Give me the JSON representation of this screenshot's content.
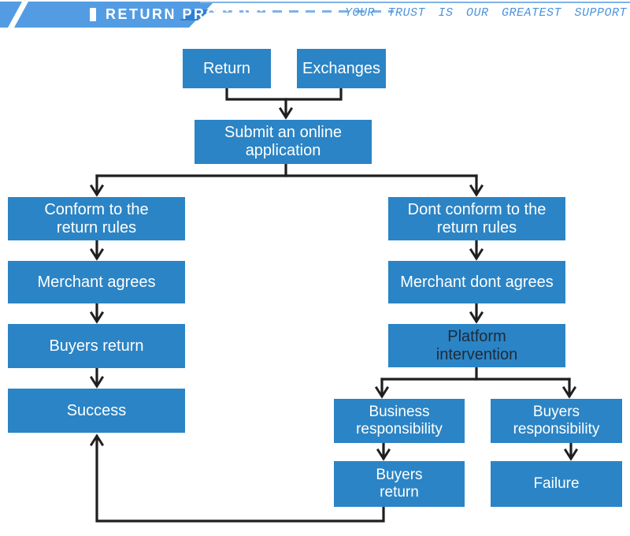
{
  "header": {
    "title": "RETURN PROCESS",
    "slogan": "YOUR TRUST IS OUR GREATEST SUPPORT"
  },
  "colors": {
    "node_fill": "#2B84C5",
    "node_text": "#FFFFFF",
    "platform_text": "#1D2B3A",
    "connector": "#1F1F1F",
    "banner_fill": "#539CE3",
    "banner_accent": "#2F80D4",
    "dash_line": "#7FB2E8",
    "slogan_text": "#4B94DB"
  },
  "flowchart": {
    "nodes": [
      {
        "id": "return",
        "lines": [
          "Return"
        ]
      },
      {
        "id": "exchanges",
        "lines": [
          "Exchanges"
        ]
      },
      {
        "id": "submit-application",
        "lines": [
          "Submit an online",
          "application"
        ]
      },
      {
        "id": "conform-rules",
        "lines": [
          "Conform to the",
          "return rules"
        ]
      },
      {
        "id": "merchant-agrees",
        "lines": [
          "Merchant agrees"
        ]
      },
      {
        "id": "buyers-return-left",
        "lines": [
          "Buyers return"
        ]
      },
      {
        "id": "success",
        "lines": [
          "Success"
        ]
      },
      {
        "id": "dont-conform-rules",
        "lines": [
          "Dont conform to the",
          "return rules"
        ]
      },
      {
        "id": "merchant-dont-agrees",
        "lines": [
          "Merchant dont agrees"
        ]
      },
      {
        "id": "platform-intervention",
        "lines": [
          "Platform",
          "intervention"
        ]
      },
      {
        "id": "business-responsibility",
        "lines": [
          "Business",
          "responsibility"
        ]
      },
      {
        "id": "buyers-responsibility",
        "lines": [
          "Buyers",
          "responsibility"
        ]
      },
      {
        "id": "buyers-return-right",
        "lines": [
          "Buyers",
          "return"
        ]
      },
      {
        "id": "failure",
        "lines": [
          "Failure"
        ]
      }
    ]
  }
}
